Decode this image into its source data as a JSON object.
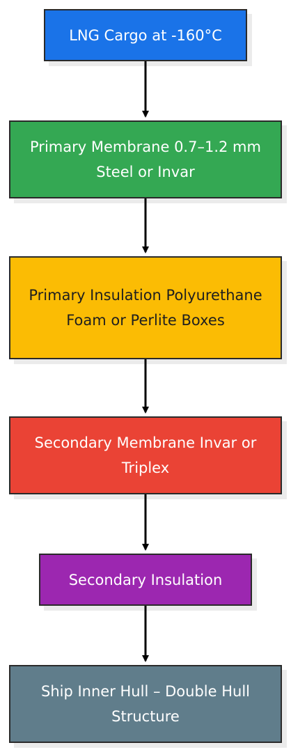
{
  "nodes": [
    {
      "id": "n1",
      "text": "LNG Cargo at -160°C",
      "fill": "#1a73e8",
      "text_color": "#ffffff"
    },
    {
      "id": "n2",
      "text": "Primary Membrane 0.7–1.2 mm Steel or Invar",
      "fill": "#34a853",
      "text_color": "#ffffff"
    },
    {
      "id": "n3",
      "text": "Primary Insulation Polyurethane Foam or Perlite Boxes",
      "fill": "#fbbc04",
      "text_color": "#1f1f1f"
    },
    {
      "id": "n4",
      "text": "Secondary Membrane Invar or Triplex",
      "fill": "#ea4335",
      "text_color": "#ffffff"
    },
    {
      "id": "n5",
      "text": "Secondary Insulation",
      "fill": "#9c27b0",
      "text_color": "#ffffff"
    },
    {
      "id": "n6",
      "text": "Ship Inner Hull – Double Hull Structure",
      "fill": "#607d8b",
      "text_color": "#ffffff"
    }
  ],
  "edges": [
    {
      "from": "n1",
      "to": "n2"
    },
    {
      "from": "n2",
      "to": "n3"
    },
    {
      "from": "n3",
      "to": "n4"
    },
    {
      "from": "n4",
      "to": "n5"
    },
    {
      "from": "n5",
      "to": "n6"
    }
  ],
  "edge_color": "#000000"
}
